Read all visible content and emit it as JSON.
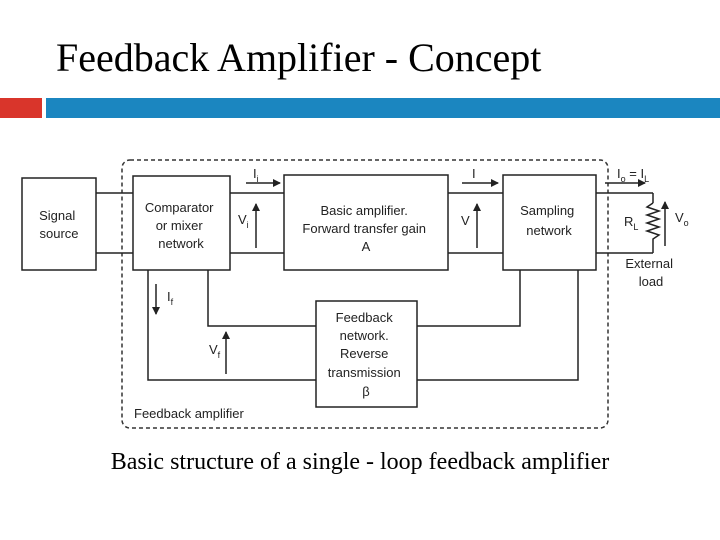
{
  "slide": {
    "title": "Feedback Amplifier - Concept",
    "caption": "Basic structure of a single - loop feedback amplifier",
    "colors": {
      "accent_red": "#d9352b",
      "accent_blue": "#1b86c0",
      "line": "#222222"
    }
  },
  "diagram": {
    "blocks": {
      "signal_source": [
        "Signal",
        "source"
      ],
      "comparator": [
        "Comparator",
        "or mixer",
        "network"
      ],
      "basic_amplifier": [
        "Basic amplifier.",
        "Forward transfer gain",
        "A"
      ],
      "sampling": [
        "Sampling",
        "network"
      ],
      "feedback": [
        "Feedback",
        "network.",
        "Reverse",
        "transmission",
        "β"
      ]
    },
    "labels": {
      "feedback_amplifier": "Feedback amplifier",
      "external_load": [
        "External",
        "load"
      ]
    },
    "symbols": {
      "Ii": {
        "base": "I",
        "sub": "i"
      },
      "Vi": {
        "base": "V",
        "sub": "i"
      },
      "I": {
        "base": "I",
        "sub": ""
      },
      "V": {
        "base": "V",
        "sub": ""
      },
      "Io_eq": {
        "base": "I",
        "sub": "o",
        "rest": " = I",
        "sub2": "L"
      },
      "RL": {
        "base": "R",
        "sub": "L"
      },
      "Vo": {
        "base": "V",
        "sub": "o"
      },
      "If": {
        "base": "I",
        "sub": "f"
      },
      "Vf": {
        "base": "V",
        "sub": "f"
      }
    }
  }
}
